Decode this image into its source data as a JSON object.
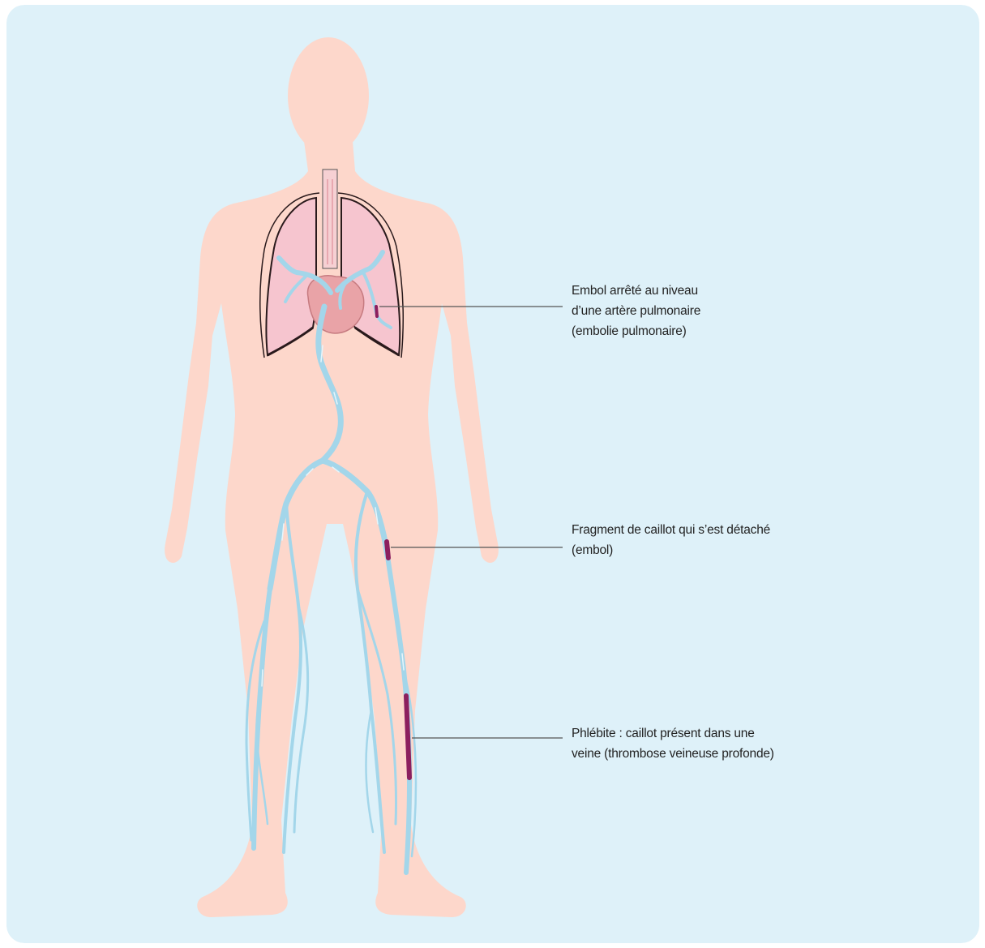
{
  "colors": {
    "background": "#def1f9",
    "skin": "#fdd7cb",
    "vein": "#a3d6ea",
    "vein_highlight": "#e6f5fb",
    "lung": "#f6c5cf",
    "lung_outline": "#2a1a1c",
    "heart": "#e9a3a7",
    "trachea": "#f6d0d3",
    "clot": "#8c1f5e",
    "leader_line": "#555555",
    "text": "#222222"
  },
  "icons": {
    "body": "human-body-silhouette",
    "lungs": "lungs",
    "heart": "heart",
    "veins": "venous-network",
    "clot": "blood-clot"
  },
  "annotations": [
    {
      "id": "pulmonary-embolism",
      "lines": [
        "Embol arrêté au niveau",
        "d’une artère pulmonaire",
        "(embolie pulmonaire)"
      ]
    },
    {
      "id": "embolus",
      "lines": [
        "Fragment de caillot qui s’est détaché",
        "(embol)"
      ]
    },
    {
      "id": "phlebitis",
      "lines": [
        "Phlébite : caillot présent dans une",
        "veine (thrombose veineuse profonde)"
      ]
    }
  ]
}
